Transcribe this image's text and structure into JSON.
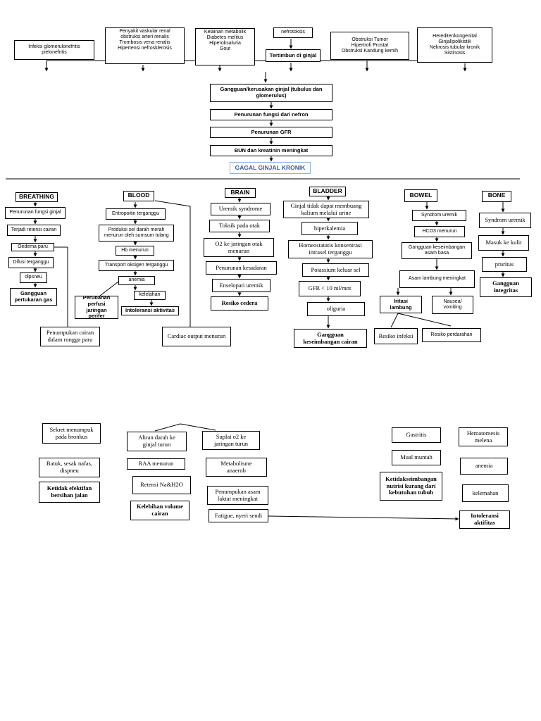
{
  "top_causes": {
    "c1": "Infeksi glomerulonefritis\npielonefritis",
    "c2": "Penyakit vaskular renal\nobstruksi arteri renalis\nTrombosis vena renalis\nHipertensi nefrosklerosis",
    "c3": "Kelainan metabolik\nDiabetes melitus\nHiperoksaluria\nGout",
    "c4": "nefrotoksis",
    "c4b": "Tertimbun di ginjal",
    "c5": "Obstruksi Tumor\nHipertrofi Prostat\nObstruksi Kandung kemih",
    "c6": "Herediter/kongenital\nGinjal/polikistik\nNekrosis tubular kronik\nSistinosis"
  },
  "central": {
    "s1": "Gangguan/kerusakan ginjal (tubulus dan glomerulus)",
    "s2": "Penurunan fungsi dari nefron",
    "s3": "Penurunan GFR",
    "s4": "BUN dan kreatinin meningkat",
    "title": "GAGAL GINJAL KRONIK"
  },
  "breathing": {
    "header": "BREATHING",
    "items": [
      "Penurunan fungsi ginjal",
      "Terjadi retensi cairan",
      "Oedema paru",
      "Difusi terganggu",
      "dipsneu"
    ],
    "diagnosis": "Gangguan\npertukaran gas",
    "shared": "Penumpukan cairan\ndalam rongga paru"
  },
  "blood": {
    "header": "BLOOD",
    "items": [
      "Eritropoitin terganggu",
      "Produksi sel darah merah\nmenurun oleh sumsum tulang",
      "Hb menurun",
      "Transport oksigen terganggu",
      "anemia",
      "kelelahan"
    ],
    "dx_perfusi": "Perubahan\nperfusi jaringan\nperifer",
    "dx_intoleransi": "Intoleransi aktivitas",
    "cardiac": "Cardiac output menurun"
  },
  "brain": {
    "header": "BRAIN",
    "items": [
      "Uremik syndrome",
      "Toksik pada otak",
      "O2 ke jaringan otak\nmenurun",
      "Penurunan kesadaran",
      "Enselopati uremik"
    ],
    "diagnosis": "Resiko cedera"
  },
  "bladder": {
    "header": "BLADDER",
    "items": [
      "Ginjal tidak dapat membuang\nkalium melalui urine",
      "hiperkalemia",
      "Homeostatatis konsentrasi\nintrasel terganggu",
      "Potassium keluar sel",
      "GFR < 10 ml/mnt",
      "oliguria"
    ],
    "diagnosis": "Gangguan\nkeseimbangan cairan"
  },
  "bowel": {
    "header": "BOWEL",
    "items": [
      "Syndrom uremik",
      "HCO3 menurun",
      "Gangguan keseimbangan\nasam basa",
      "Asam lambung meningkat",
      "Iritasi lambung",
      "Nausea/\nvomiting"
    ],
    "risk1": "Resiko infeksi",
    "risk2": "Resiko perdarahan"
  },
  "bone": {
    "header": "BONE",
    "items": [
      "Syndrom uremik",
      "Masuk ke kulit",
      "pruritus"
    ],
    "diagnosis": "Gangguan\nintegritas"
  },
  "lower": {
    "sekret": "Sekret menumpuk\npada bronkus",
    "batuk": "Batuk, sesak nafas,\ndispneu",
    "dx_jalan": "Ketidak efektifan\nbersihan jalan",
    "aliran": "Aliran darah ke\nginjal turun",
    "suplai": "Suplai o2 ke\njaringan turun",
    "raa": "RAA menurun",
    "metabolisme": "Metabolisme\nanaerob",
    "retensi": "Retensi Na&H2O",
    "penumpukan_asam": "Penumpukan asam\nlaktat meningkat",
    "dx_volume": "Kelebihan volume\ncairan",
    "fatigue": "Fatigue, nyeri sendi",
    "gastritis": "Gastritis",
    "mual": "Mual muntah",
    "dx_nutrisi": "Ketidakseimbangan\nnutrisi kurang dari\nkebutuhan tubuh",
    "hematomesis": "Hematomesis\nmelena",
    "anemia": "anemia",
    "kelemahan": "kelemahan",
    "dx_aktifitas": "Intoleransi\naktifitas"
  }
}
